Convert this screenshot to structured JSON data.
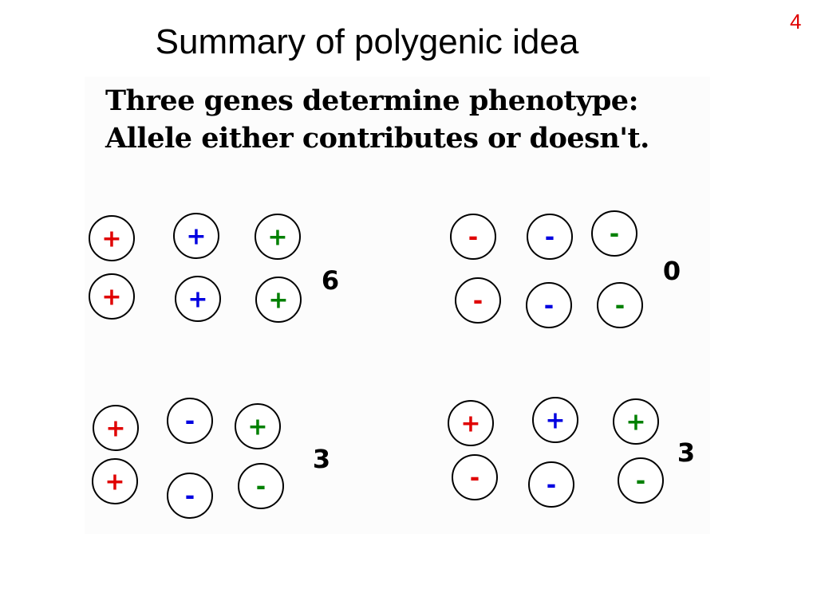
{
  "slide": {
    "title": "Summary of polygenic idea",
    "number": "4"
  },
  "caption": {
    "line1": "Three genes determine phenotype:",
    "line2": "Allele either contributes or doesn't."
  },
  "colors": {
    "gene1": "#e00000",
    "gene2": "#0000e0",
    "gene3": "#008000",
    "circle_stroke": "#000000",
    "slide_number": "#e00000"
  },
  "genotypes": [
    {
      "name": "all-contributing",
      "rows": [
        [
          "+",
          "+",
          "+"
        ],
        [
          "+",
          "+",
          "+"
        ]
      ],
      "total": "6"
    },
    {
      "name": "none-contributing",
      "rows": [
        [
          "-",
          "-",
          "-"
        ],
        [
          "-",
          "-",
          "-"
        ]
      ],
      "total": "0"
    },
    {
      "name": "mixed-left",
      "rows": [
        [
          "+",
          "-",
          "+"
        ],
        [
          "+",
          "-",
          "-"
        ]
      ],
      "total": "3"
    },
    {
      "name": "mixed-right",
      "rows": [
        [
          "+",
          "+",
          "+"
        ],
        [
          "-",
          "-",
          "-"
        ]
      ],
      "total": "3"
    }
  ]
}
